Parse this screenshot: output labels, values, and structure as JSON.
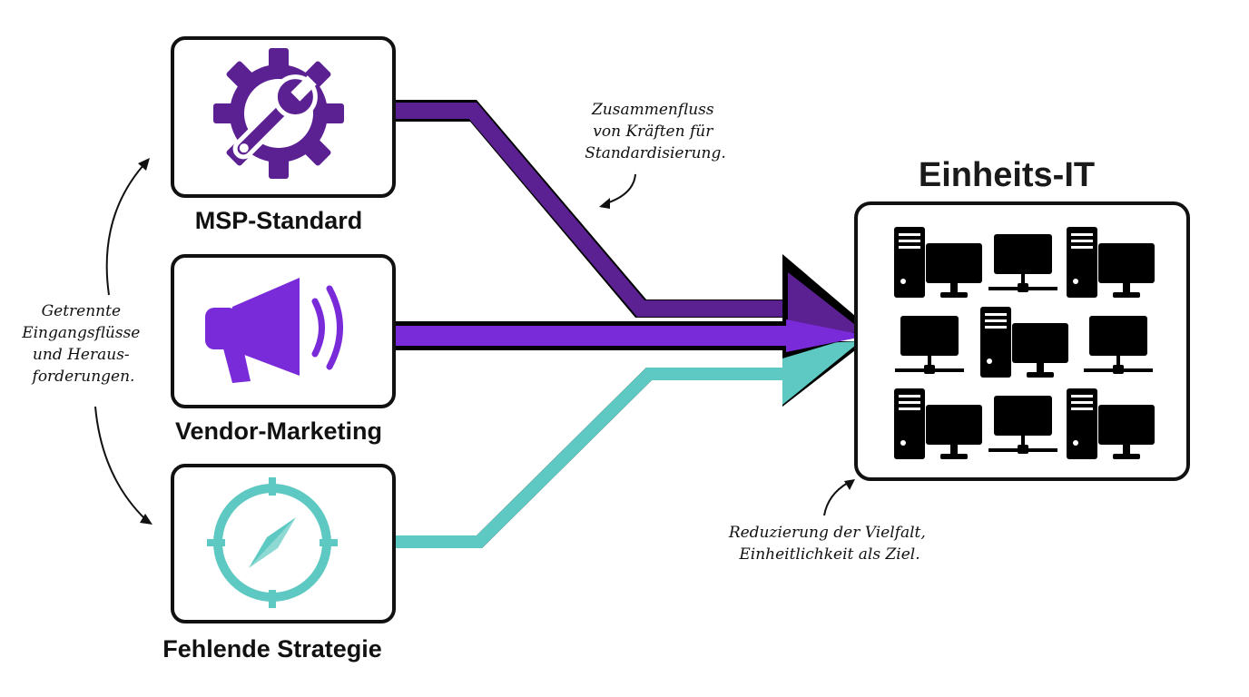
{
  "sources": [
    {
      "label": "MSP-Standard",
      "icon": "gear-wrench-icon",
      "color": "#5b2192"
    },
    {
      "label": "Vendor-Marketing",
      "icon": "megaphone-icon",
      "color": "#7a2bd9"
    },
    {
      "label": "Fehlende Strategie",
      "icon": "compass-icon",
      "color": "#5ec9c2"
    }
  ],
  "target": {
    "title": "Einheits-IT",
    "icon": "computer-grid-icon"
  },
  "annotations": {
    "left": [
      "Getrennte",
      "Eingangsflüsse",
      "und Heraus-",
      "forderungen."
    ],
    "top": [
      "Zusammenfluss",
      "von Kräften für",
      "Standardisierung."
    ],
    "bottom": [
      "Reduzierung der Vielfalt,",
      "Einheitlichkeit als Ziel."
    ]
  },
  "colors": {
    "purple_dark": "#5b2192",
    "purple": "#7a2bd9",
    "teal": "#5ec9c2",
    "outline": "#111111"
  }
}
